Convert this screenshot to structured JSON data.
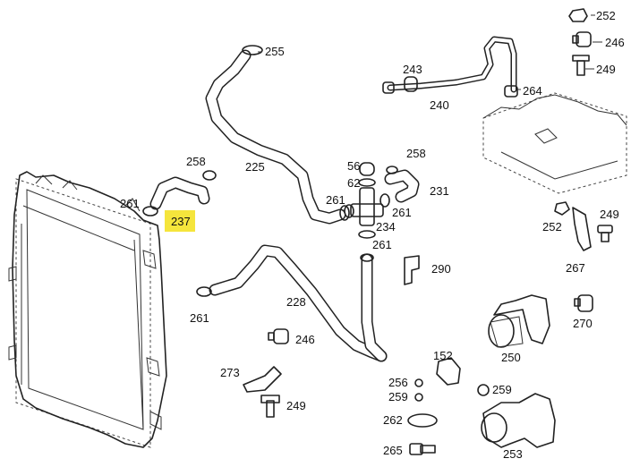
{
  "diagram": {
    "title": "",
    "highlight_color": "#f5e53c",
    "highlighted_part": "237",
    "labels": {
      "p252a": "252",
      "p246a": "246",
      "p249a": "249",
      "p255": "255",
      "p243": "243",
      "p264": "264",
      "p240": "240",
      "p258a": "258",
      "p225": "225",
      "p56": "56",
      "p62": "62",
      "p258b": "258",
      "p231": "231",
      "p261a": "261",
      "p237": "237",
      "p261b": "261",
      "p261c": "261",
      "p234": "234",
      "p261d": "261",
      "p290": "290",
      "p249b": "249",
      "p252b": "252",
      "p267": "267",
      "p228": "228",
      "p261e": "261",
      "p246b": "246",
      "p270": "270",
      "p152": "152",
      "p250": "250",
      "p273": "273",
      "p256": "256",
      "p259a": "259",
      "p259b": "259",
      "p262": "262",
      "p249c": "249",
      "p265": "265",
      "p253": "253"
    }
  }
}
